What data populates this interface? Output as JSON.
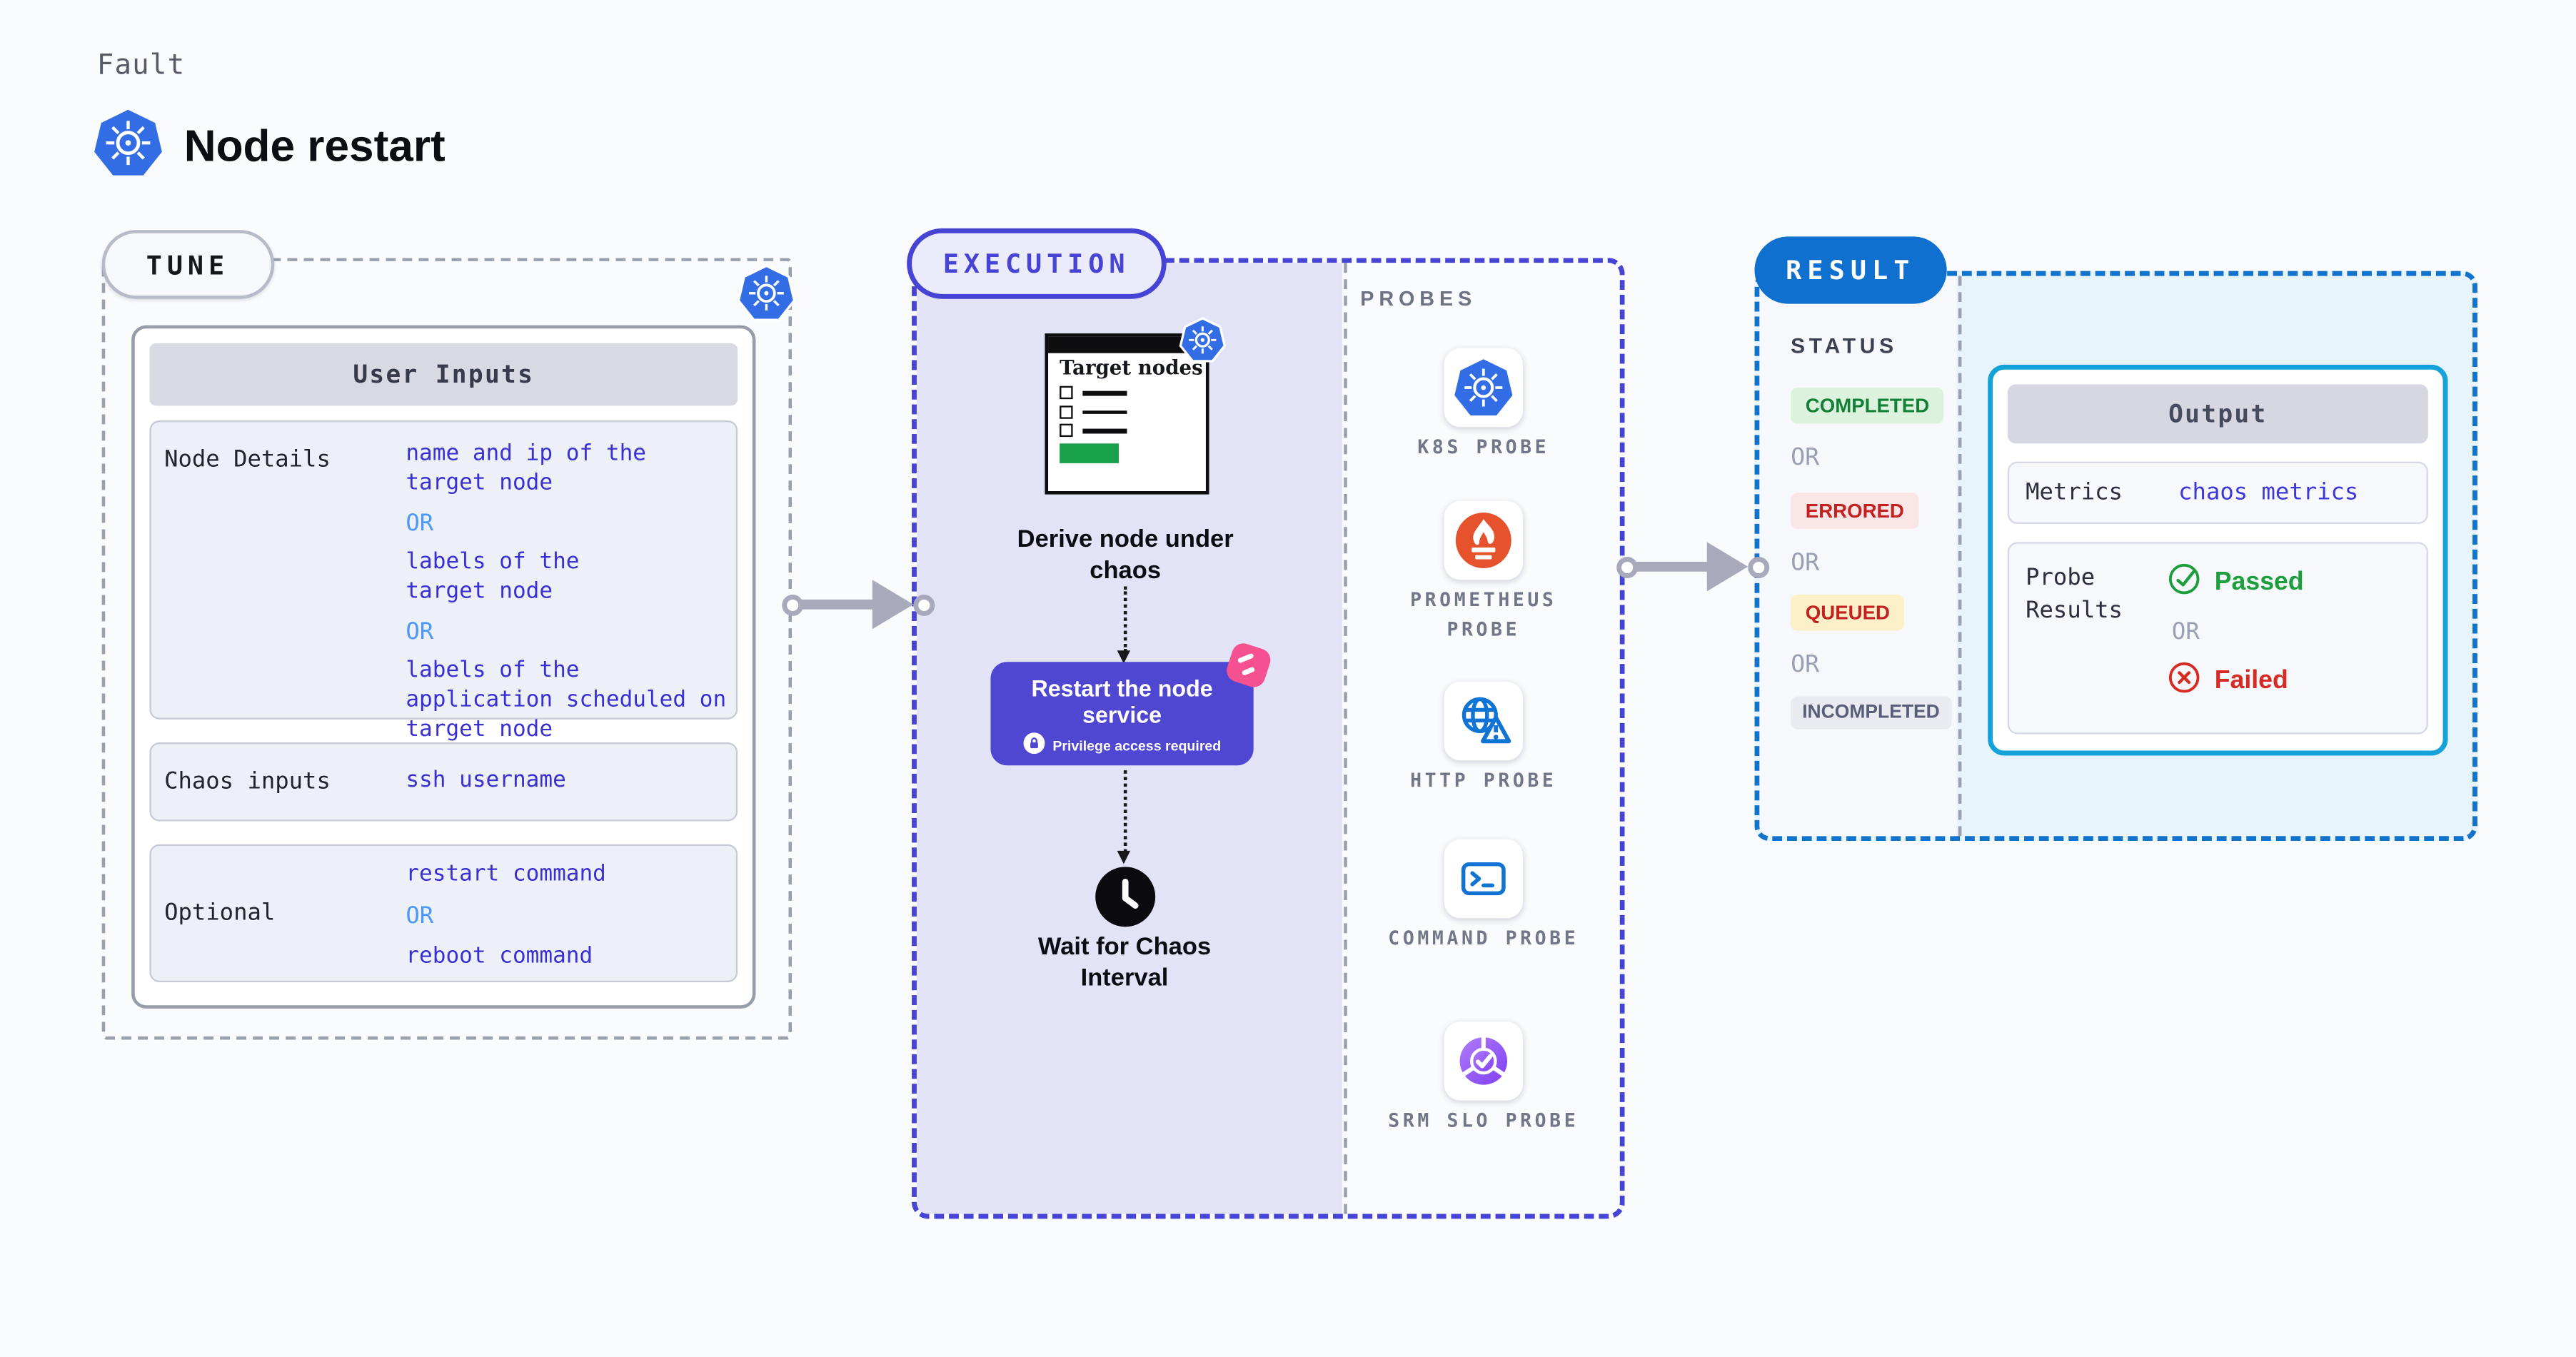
{
  "header": {
    "eyebrow": "Fault",
    "title": "Node restart"
  },
  "tune": {
    "pill": "TUNE",
    "table_header": "User Inputs",
    "rows": [
      {
        "label": "Node Details",
        "v0": "name and ip of the target node",
        "or0": "OR",
        "v1": "labels of the target node",
        "or1": "OR",
        "v2": "labels of the application scheduled on target node"
      },
      {
        "label": "Chaos inputs",
        "v0": "ssh username"
      },
      {
        "label": "Optional",
        "v0": "restart command",
        "or0": "OR",
        "v1": "reboot command"
      }
    ]
  },
  "execution": {
    "pill": "EXECUTION",
    "target_card_title": "Target nodes",
    "derive_label": "Derive node under chaos",
    "restart_label": "Restart the node service",
    "privilege_label": "Privilege access required",
    "wait_label": "Wait for Chaos Interval"
  },
  "probes": {
    "heading": "PROBES",
    "items": [
      {
        "label": "K8S PROBE",
        "icon": "kubernetes-icon"
      },
      {
        "label": "PROMETHEUS PROBE",
        "icon": "prometheus-icon"
      },
      {
        "label": "HTTP PROBE",
        "icon": "http-globe-warning-icon"
      },
      {
        "label": "COMMAND PROBE",
        "icon": "terminal-icon"
      },
      {
        "label": "SRM SLO PROBE",
        "icon": "srm-slo-icon"
      }
    ]
  },
  "result": {
    "pill": "RESULT",
    "status_heading": "STATUS",
    "statuses": {
      "completed": "COMPLETED",
      "errored": "ERRORED",
      "queued": "QUEUED",
      "incompleted": "INCOMPLETED",
      "or": "OR"
    },
    "output": {
      "header": "Output",
      "metrics_label": "Metrics",
      "metrics_value": "chaos metrics",
      "probe_results_label": "Probe Results",
      "passed": "Passed",
      "or": "OR",
      "failed": "Failed"
    }
  },
  "colors": {
    "accent_indigo": "#4743d4",
    "execution_fill": "#e3e3f8",
    "restart_box": "#4f46d2",
    "result_blue": "#0f70cf",
    "output_border": "#14a2d8",
    "value_indigo": "#3a2fd2",
    "or_blue": "#4d97f5",
    "k8s_blue": "#326de6",
    "prometheus_orange": "#e6522c",
    "probe_blue": "#1173d4",
    "success_green": "#1d9e3c",
    "error_red": "#d62b22",
    "litmus_pink": "#f5508f"
  }
}
